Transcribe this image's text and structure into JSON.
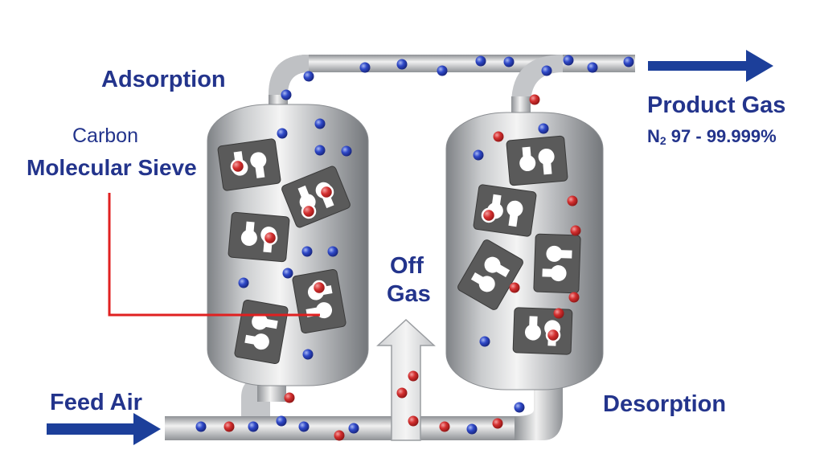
{
  "labels": {
    "adsorption": "Adsorption",
    "carbon": "Carbon",
    "molecular_sieve": "Molecular Sieve",
    "product_gas": "Product Gas",
    "purity_n": "N",
    "purity_sub": "2",
    "purity_range": " 97 - 99.999%",
    "off": "Off",
    "gas": "Gas",
    "feed_air": "Feed Air",
    "desorption": "Desorption"
  },
  "colors": {
    "label_blue": "#23348c",
    "arrow_blue": "#1c3f9a",
    "pointer_red": "#e02020",
    "oxygen_red": "#d32f2f",
    "nitrogen_blue": "#2f49c8",
    "metal_dark": "#8a8d91",
    "metal_light": "#f2f2f2",
    "sieve_dark": "#555555"
  },
  "icons": {
    "product_arrow": "right-arrow-icon",
    "feed_arrow": "right-arrow-icon",
    "off_gas_arrow": "up-arrow-icon",
    "oxygen_molecule": "red-dot-icon",
    "nitrogen_molecule": "blue-dot-icon",
    "sieve_pellet": "sieve-pellet-icon"
  }
}
